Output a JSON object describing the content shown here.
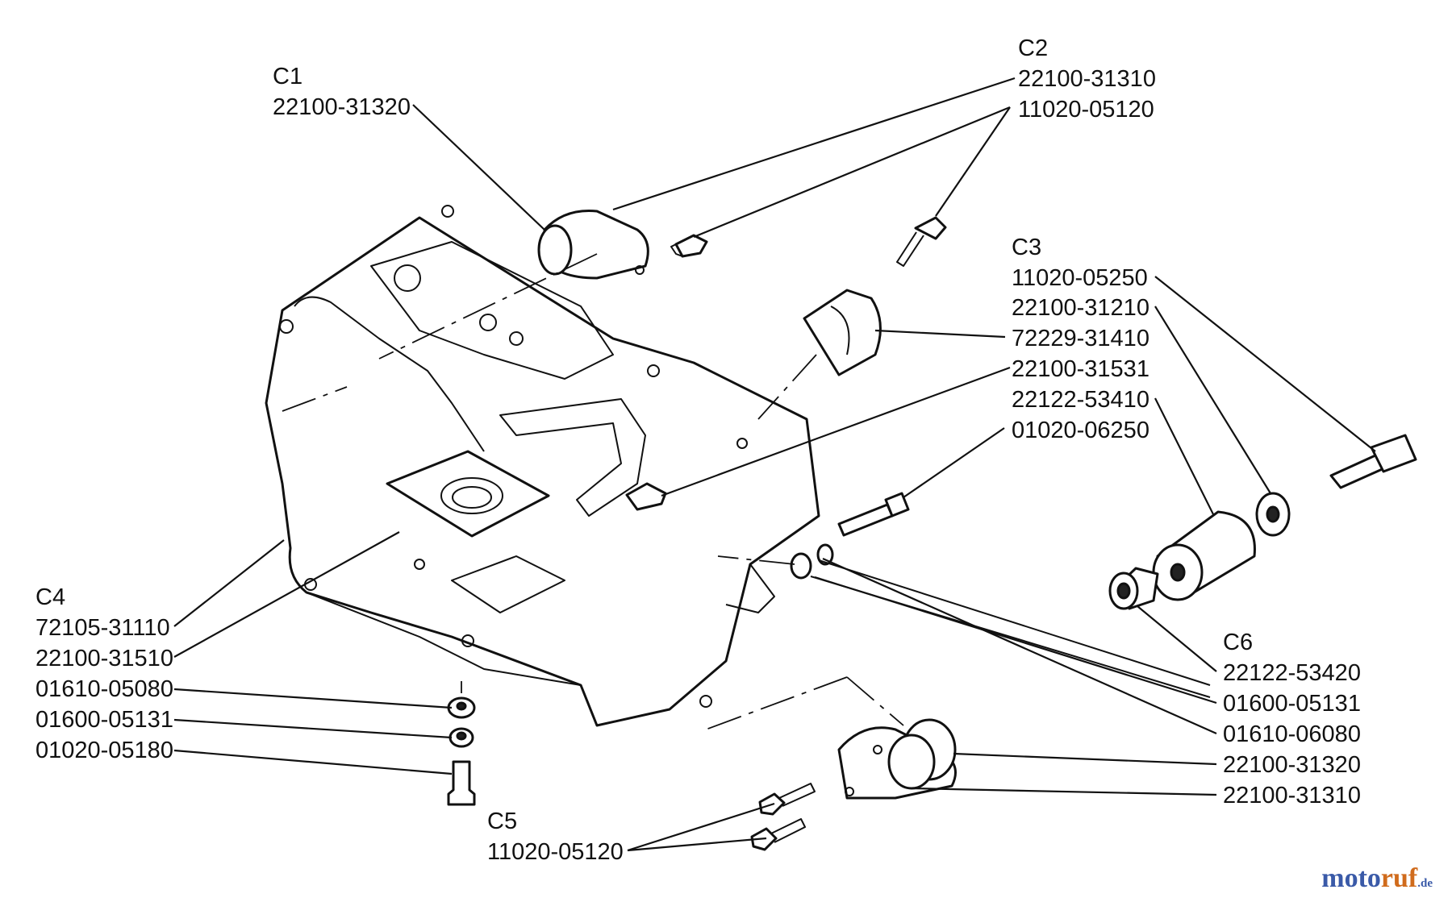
{
  "groups": {
    "c1": {
      "title": "C1",
      "parts": [
        "22100-31320"
      ]
    },
    "c2": {
      "title": "C2",
      "parts": [
        "22100-31310",
        "11020-05120"
      ]
    },
    "c3": {
      "title": "C3",
      "parts": [
        "11020-05250",
        "22100-31210",
        "72229-31410",
        "22100-31531",
        "22122-53410",
        "01020-06250"
      ]
    },
    "c4": {
      "title": "C4",
      "parts": [
        "72105-31110",
        "22100-31510",
        "01610-05080",
        "01600-05131",
        "01020-05180"
      ]
    },
    "c5": {
      "title": "C5",
      "parts": [
        "11020-05120"
      ]
    },
    "c6": {
      "title": "C6",
      "parts": [
        "22122-53420",
        "01600-05131",
        "01610-06080",
        "22100-31320",
        "22100-31310"
      ]
    }
  },
  "watermark": {
    "part1": "moto",
    "part2": "ruf",
    "suffix": ".de"
  },
  "colors": {
    "ink": "#111111",
    "watermark_blue": "#3a5aa8",
    "watermark_orange": "#d06b1c"
  }
}
